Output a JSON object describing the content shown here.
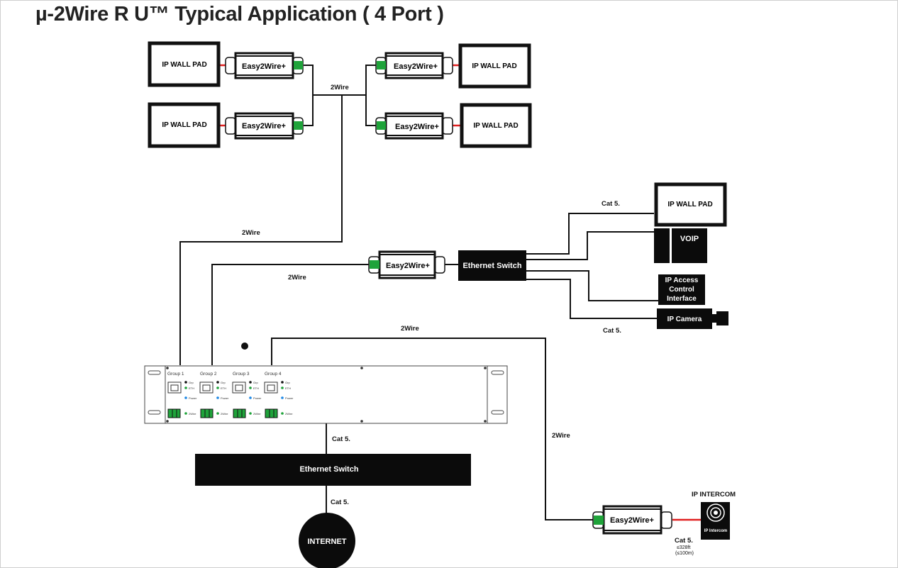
{
  "title": "µ-2Wire R U™ Typical Application ( 4 Port )",
  "colors": {
    "line": "#111111",
    "connector_green": "#1fa33a",
    "ethernet_red": "#e02020",
    "frame": "#cfcfcf"
  },
  "devices": {
    "wall_pad_label": "IP WALL PAD",
    "easy2wire_label": "Easy2Wire+",
    "ethernet_switch_label": "Ethernet Switch",
    "voip_label": "VOIP",
    "access_control_lines": [
      "IP Access",
      "Control",
      "Interface"
    ],
    "ip_camera_label": "IP Camera",
    "intercom_title": "IP INTERCOM",
    "intercom_inner_label": "IP Intercom",
    "internet_label": "INTERNET"
  },
  "links": {
    "two_wire": "2Wire",
    "cat5": "Cat 5.",
    "cat5_distance_ft": "≤328ft",
    "cat5_distance_m": "(≤100m)"
  },
  "rack_unit": {
    "groups": [
      "Group 1",
      "Group 2",
      "Group 3",
      "Group 4"
    ],
    "led_labels": [
      "Grp",
      "ETH",
      "Power",
      "2Wire"
    ]
  }
}
